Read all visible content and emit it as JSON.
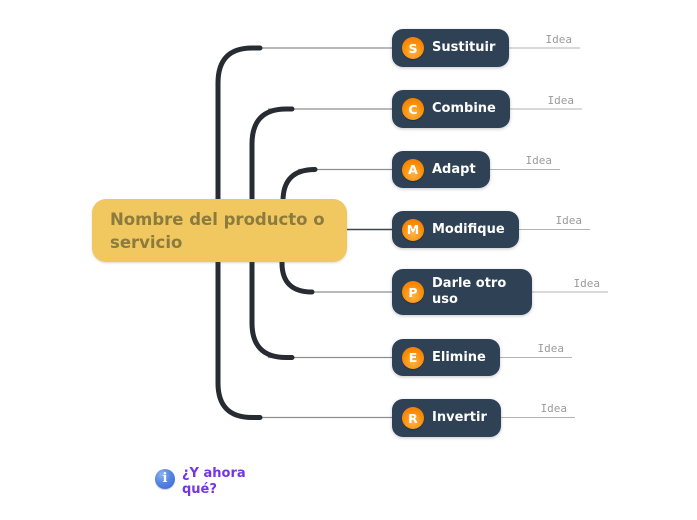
{
  "canvas": {
    "background": "#ffffff"
  },
  "colors": {
    "node_background": "#2e4155",
    "node_text": "#ffffff",
    "badge_orange": "#fb8d06",
    "center_background": "#f1c75f",
    "center_text": "#8c7b3e",
    "branch_thick_line": "#262c31",
    "branch_thin_line": "#8f8f8f",
    "idea_text": "#9b9b9b",
    "note_text": "#7435e6",
    "info_icon_blue": "#3b66cf"
  },
  "center": {
    "label": "Nombre del producto o servicio"
  },
  "branches": [
    {
      "letter": "S",
      "label": "Sustituir",
      "idea_label": "Idea"
    },
    {
      "letter": "C",
      "label": "Combine",
      "idea_label": "Idea"
    },
    {
      "letter": "A",
      "label": "Adapt",
      "idea_label": "Idea"
    },
    {
      "letter": "M",
      "label": "Modifique",
      "idea_label": "Idea"
    },
    {
      "letter": "P",
      "label": "Darle otro uso",
      "idea_label": "Idea"
    },
    {
      "letter": "E",
      "label": "Elimine",
      "idea_label": "Idea"
    },
    {
      "letter": "R",
      "label": "Invertir",
      "idea_label": "Idea"
    }
  ],
  "note": {
    "icon_glyph": "i",
    "label": "¿Y ahora qué?"
  }
}
